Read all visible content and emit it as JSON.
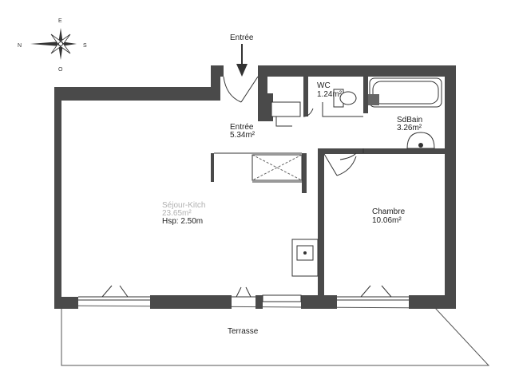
{
  "compass": {
    "north": "N",
    "east": "E",
    "south": "S",
    "west": "O"
  },
  "entry_arrow_label": "Entrée",
  "rooms": {
    "entree": {
      "name": "Entrée",
      "area": "5.34m²"
    },
    "wc": {
      "name": "WC",
      "area": "1.24m²"
    },
    "sdbain": {
      "name": "SdBain",
      "area": "3.26m²"
    },
    "sejour": {
      "name": "Séjour-Kitch",
      "area": "23.65m²",
      "height": "Hsp: 2.50m"
    },
    "chambre": {
      "name": "Chambre",
      "area": "10.06m²"
    },
    "terrasse": {
      "name": "Terrasse"
    }
  },
  "colors": {
    "wall": "#4a4a4a",
    "line": "#333333",
    "faint_text": "#b0b0b0"
  },
  "icons": [
    "compass-rose-icon",
    "entry-arrow-icon",
    "toilet-icon",
    "bathtub-icon",
    "sink-icon",
    "kitchen-sink-icon"
  ]
}
